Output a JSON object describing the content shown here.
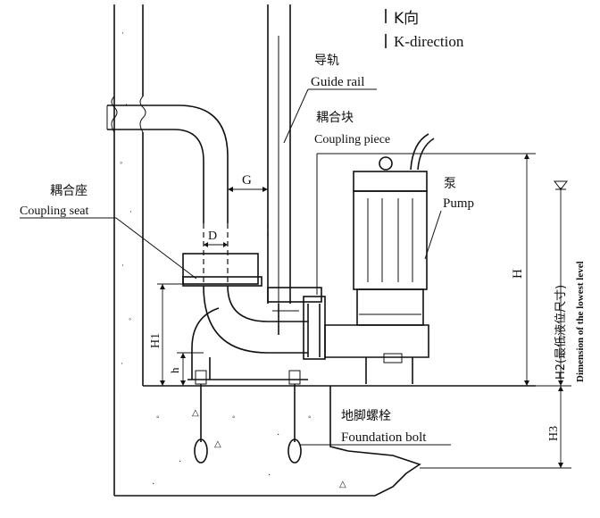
{
  "labels": {
    "k_cn": "K向",
    "k_en": "K-direction",
    "rail_cn": "导轨",
    "rail_en": "Guide rail",
    "piece_cn": "耦合块",
    "piece_en": "Coupling piece",
    "seat_cn": "耦合座",
    "seat_en": "Coupling seat",
    "pump_cn": "泵",
    "pump_en": "Pump",
    "bolt_cn": "地脚螺栓",
    "bolt_en": "Foundation bolt"
  },
  "dimensions": {
    "G": "G",
    "D": "D",
    "H": "H",
    "H1": "H1",
    "h": "h",
    "H2": "H2(最低液位尺寸)",
    "H2_en": "Dimension of the lowest level",
    "H3": "H3"
  }
}
